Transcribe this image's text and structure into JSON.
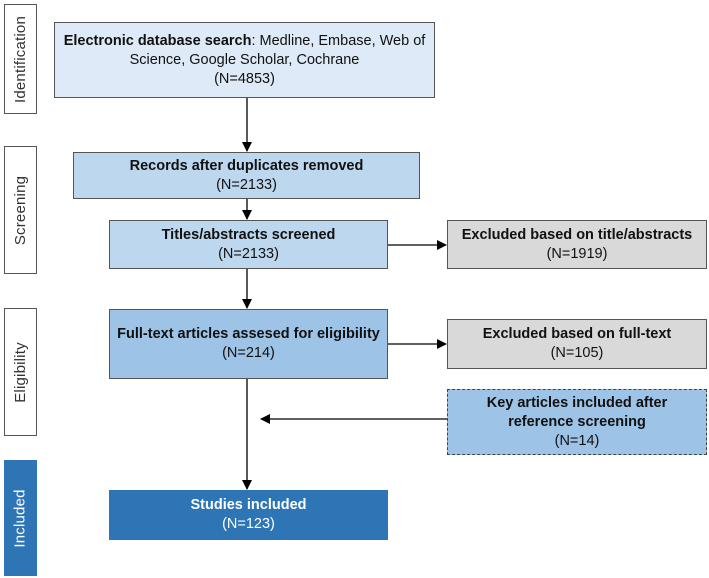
{
  "stages": {
    "identification": "Identification",
    "screening": "Screening",
    "eligibility": "Eligibility",
    "included": "Included"
  },
  "boxes": {
    "search": {
      "bold": "Electronic database search",
      "rest": ": Medline, Embase, Web of Science, Google Scholar, Cochrane",
      "count": "(N=4853)"
    },
    "duplicates": {
      "title": "Records after duplicates removed",
      "count": "(N=2133)"
    },
    "screened": {
      "title": "Titles/abstracts screened",
      "count": "(N=2133)"
    },
    "excluded_title": {
      "title": "Excluded based on title/abstracts",
      "count": "(N=1919)"
    },
    "fulltext": {
      "title": "Full-text articles assesed for eligibility",
      "count": "(N=214)"
    },
    "excluded_fulltext": {
      "title": "Excluded based on full-text",
      "count": "(N=105)"
    },
    "key_articles": {
      "title": "Key articles included after reference screening",
      "count": "(N=14)"
    },
    "included": {
      "title": "Studies included",
      "count": "(N=123)"
    }
  },
  "colors": {
    "stage_dark": "#2e75b6",
    "box_lightest": "#deeaf7",
    "box_light": "#bdd7ee",
    "box_mid": "#9dc3e6",
    "box_dark": "#2e75b6",
    "excluded_gray": "#d9d9d9"
  }
}
